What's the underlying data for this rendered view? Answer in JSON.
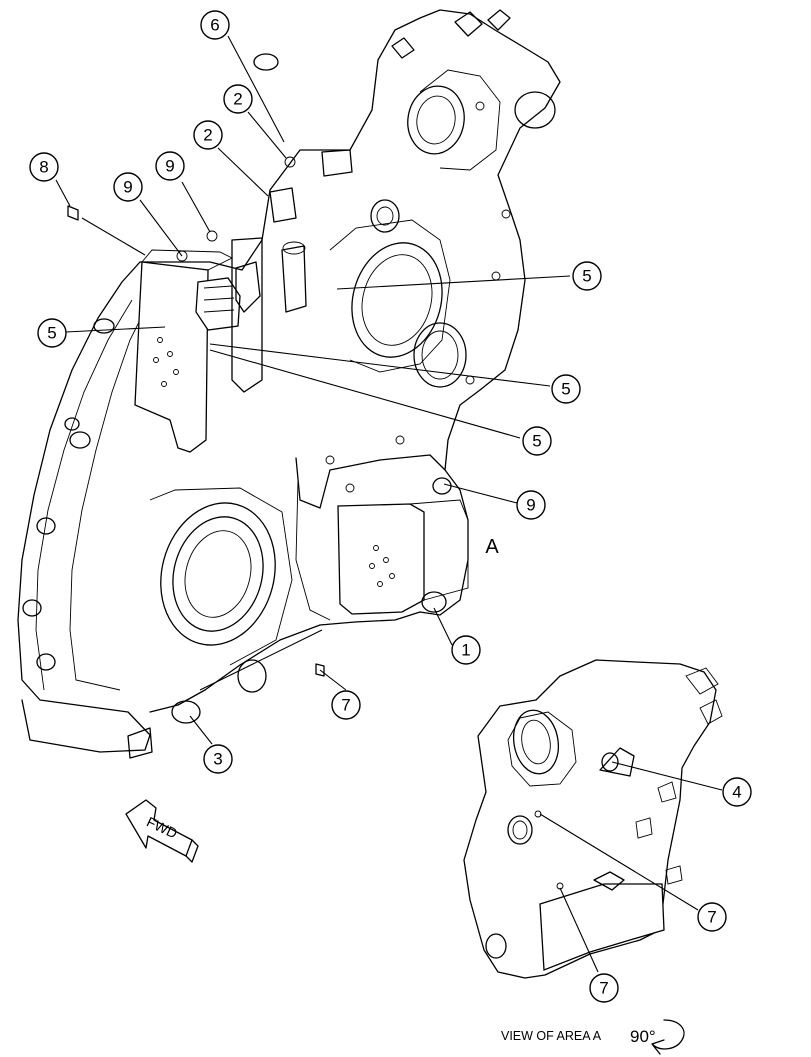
{
  "callouts": {
    "c6": "6",
    "c2a": "2",
    "c2b": "2",
    "c8": "8",
    "c9a": "9",
    "c9b": "9",
    "c5_left": "5",
    "c5_r1": "5",
    "c5_r2": "5",
    "c5_r3": "5",
    "c9_right": "9",
    "c1": "1",
    "c7_main": "7",
    "c3": "3",
    "c4": "4",
    "c7_view1": "7",
    "c7_view2": "7"
  },
  "labels": {
    "area_marker": "A",
    "fwd": "FWD",
    "view_caption": "VIEW OF AREA  A",
    "rotation": "90°"
  }
}
